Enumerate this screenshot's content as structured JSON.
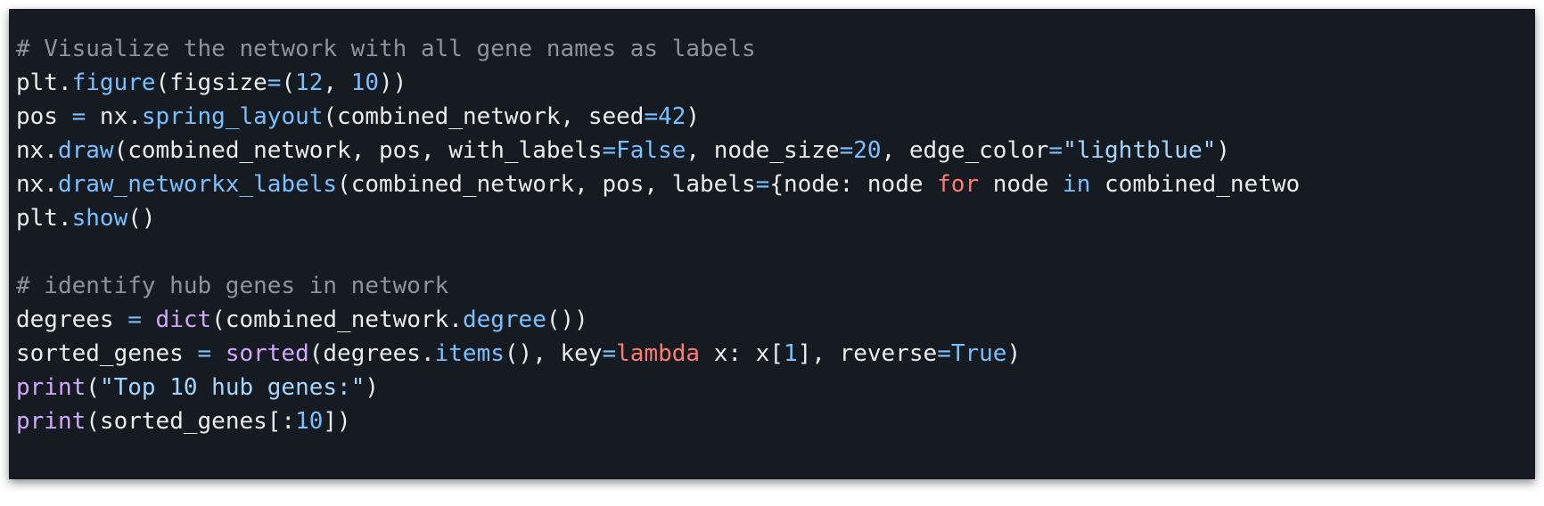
{
  "code": {
    "colors": {
      "background": "#161b22",
      "text": "#e6edf3",
      "comment": "#8b949e",
      "function": "#79c0ff",
      "builtin": "#d2a8ff",
      "string": "#a5d6ff",
      "keyword": "#ff7b72"
    },
    "lines": [
      [
        {
          "t": "# Visualize the network with all gene names as labels",
          "c": "comment"
        }
      ],
      [
        {
          "t": "plt.",
          "c": "plain"
        },
        {
          "t": "figure",
          "c": "func"
        },
        {
          "t": "(figsize",
          "c": "plain"
        },
        {
          "t": "=",
          "c": "op"
        },
        {
          "t": "(",
          "c": "plain"
        },
        {
          "t": "12",
          "c": "num"
        },
        {
          "t": ", ",
          "c": "plain"
        },
        {
          "t": "10",
          "c": "num"
        },
        {
          "t": "))",
          "c": "plain"
        }
      ],
      [
        {
          "t": "pos ",
          "c": "plain"
        },
        {
          "t": "=",
          "c": "op"
        },
        {
          "t": " nx.",
          "c": "plain"
        },
        {
          "t": "spring_layout",
          "c": "func"
        },
        {
          "t": "(combined_network, seed",
          "c": "plain"
        },
        {
          "t": "=",
          "c": "op"
        },
        {
          "t": "42",
          "c": "num"
        },
        {
          "t": ")",
          "c": "plain"
        }
      ],
      [
        {
          "t": "nx.",
          "c": "plain"
        },
        {
          "t": "draw",
          "c": "func"
        },
        {
          "t": "(combined_network, pos, with_labels",
          "c": "plain"
        },
        {
          "t": "=",
          "c": "op"
        },
        {
          "t": "False",
          "c": "const"
        },
        {
          "t": ", node_size",
          "c": "plain"
        },
        {
          "t": "=",
          "c": "op"
        },
        {
          "t": "20",
          "c": "num"
        },
        {
          "t": ", edge_color",
          "c": "plain"
        },
        {
          "t": "=",
          "c": "op"
        },
        {
          "t": "\"lightblue\"",
          "c": "str"
        },
        {
          "t": ")",
          "c": "plain"
        }
      ],
      [
        {
          "t": "nx.",
          "c": "plain"
        },
        {
          "t": "draw_networkx_labels",
          "c": "func"
        },
        {
          "t": "(combined_network, pos, labels",
          "c": "plain"
        },
        {
          "t": "=",
          "c": "op"
        },
        {
          "t": "{node: node ",
          "c": "plain"
        },
        {
          "t": "for",
          "c": "kw"
        },
        {
          "t": " node ",
          "c": "plain"
        },
        {
          "t": "in",
          "c": "op"
        },
        {
          "t": " combined_netwo",
          "c": "plain"
        }
      ],
      [
        {
          "t": "plt.",
          "c": "plain"
        },
        {
          "t": "show",
          "c": "func"
        },
        {
          "t": "()",
          "c": "plain"
        }
      ],
      [],
      [
        {
          "t": "# identify hub genes in network",
          "c": "comment"
        }
      ],
      [
        {
          "t": "degrees ",
          "c": "plain"
        },
        {
          "t": "=",
          "c": "op"
        },
        {
          "t": " ",
          "c": "plain"
        },
        {
          "t": "dict",
          "c": "builtin"
        },
        {
          "t": "(combined_network.",
          "c": "plain"
        },
        {
          "t": "degree",
          "c": "func"
        },
        {
          "t": "())",
          "c": "plain"
        }
      ],
      [
        {
          "t": "sorted_genes ",
          "c": "plain"
        },
        {
          "t": "=",
          "c": "op"
        },
        {
          "t": " ",
          "c": "plain"
        },
        {
          "t": "sorted",
          "c": "builtin"
        },
        {
          "t": "(degrees.",
          "c": "plain"
        },
        {
          "t": "items",
          "c": "func"
        },
        {
          "t": "(), key",
          "c": "plain"
        },
        {
          "t": "=",
          "c": "op"
        },
        {
          "t": "lambda",
          "c": "kw"
        },
        {
          "t": " x: x[",
          "c": "plain"
        },
        {
          "t": "1",
          "c": "num"
        },
        {
          "t": "], reverse",
          "c": "plain"
        },
        {
          "t": "=",
          "c": "op"
        },
        {
          "t": "True",
          "c": "const"
        },
        {
          "t": ")",
          "c": "plain"
        }
      ],
      [
        {
          "t": "print",
          "c": "builtin"
        },
        {
          "t": "(",
          "c": "plain"
        },
        {
          "t": "\"Top 10 hub genes:\"",
          "c": "str"
        },
        {
          "t": ")",
          "c": "plain"
        }
      ],
      [
        {
          "t": "print",
          "c": "builtin"
        },
        {
          "t": "(sorted_genes[:",
          "c": "plain"
        },
        {
          "t": "10",
          "c": "num"
        },
        {
          "t": "])",
          "c": "plain"
        }
      ]
    ]
  }
}
